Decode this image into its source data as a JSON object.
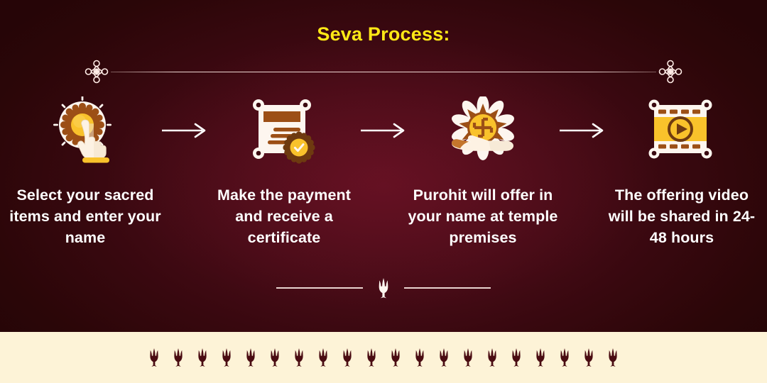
{
  "header": {
    "title": "Seva Process:",
    "title_color": "#ffe916"
  },
  "theme": {
    "background_dark": "#2d0608",
    "background_center": "#5e1021",
    "band_background": "#fdf3d7",
    "accent_gold": "#f5b711",
    "accent_yellow": "#ffe916",
    "text_color": "#ffffff",
    "icon_brown": "#8b4a15",
    "icon_dark_brown": "#5a2a0a",
    "rule_color": "#ffece6"
  },
  "top_rule": {
    "left_ornament": "knot-ornament-icon",
    "right_ornament": "knot-ornament-icon",
    "line_label": "horizontal-rule"
  },
  "steps": [
    {
      "index": 1,
      "icon": "hand-click-sunburst-icon",
      "label": "Select your sacred items and enter your name"
    },
    {
      "index": 2,
      "icon": "certificate-seal-icon",
      "label": "Make the payment and receive a certificate"
    },
    {
      "index": 3,
      "icon": "hand-offering-swastika-icon",
      "label": "Purohit will offer in your name at temple premises"
    },
    {
      "index": 4,
      "icon": "film-strip-play-icon",
      "label": "The offering video will be shared in 24-48 hours"
    }
  ],
  "arrows": [
    {
      "icon": "arrow-right-icon"
    },
    {
      "icon": "arrow-right-icon"
    },
    {
      "icon": "arrow-right-icon"
    }
  ],
  "divider": {
    "icon": "trishul-icon",
    "left_line": "divider-line",
    "right_line": "divider-line"
  },
  "bottom_band": {
    "icon": "trishul-icon",
    "count": 20
  }
}
